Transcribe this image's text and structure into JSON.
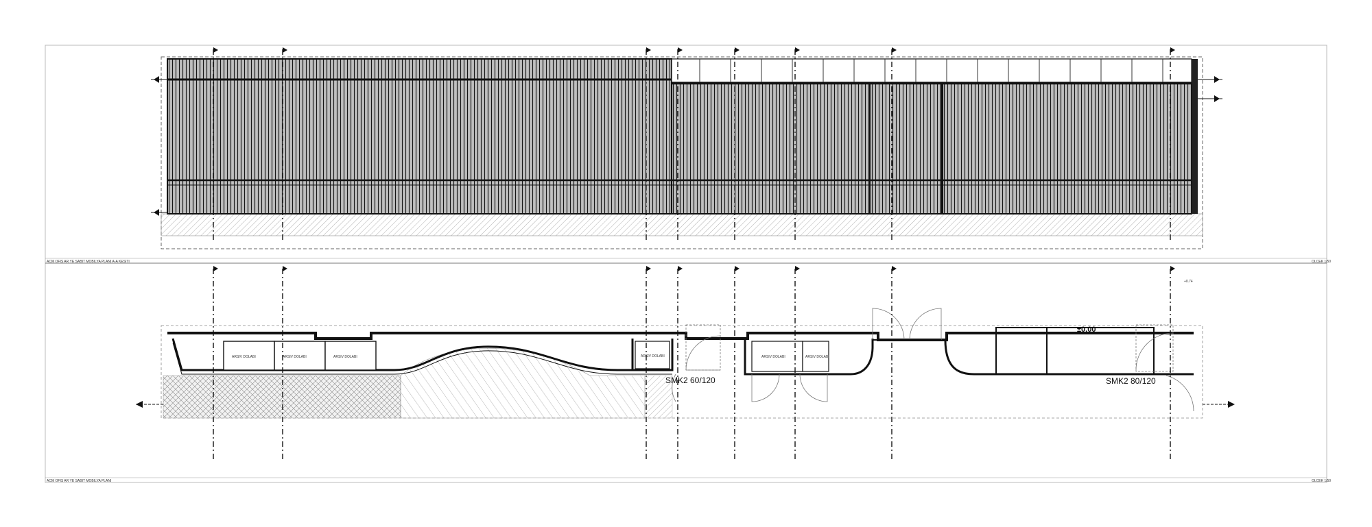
{
  "sheet": {
    "elevation_view": {
      "title": "ACM OFIS AR YE SABIT MOBILYA PLANI A-A KESITI",
      "scale": "OLCEK 1/50"
    },
    "plan_view": {
      "title": "ACM OFIS AR YE SABIT MOBILYA PLANI",
      "scale": "OLCEK 1/50",
      "level": "±0.00",
      "door_tag_1": "SMK2 60/120",
      "door_tag_2": "SMK2 80/120",
      "cabinet_label": "ARSIV DOLABI",
      "room_note": "+0.74"
    }
  },
  "colors": {
    "line": "#111111",
    "hatch": "#9a9a9a",
    "border": "#555555",
    "background": "#ffffff"
  }
}
